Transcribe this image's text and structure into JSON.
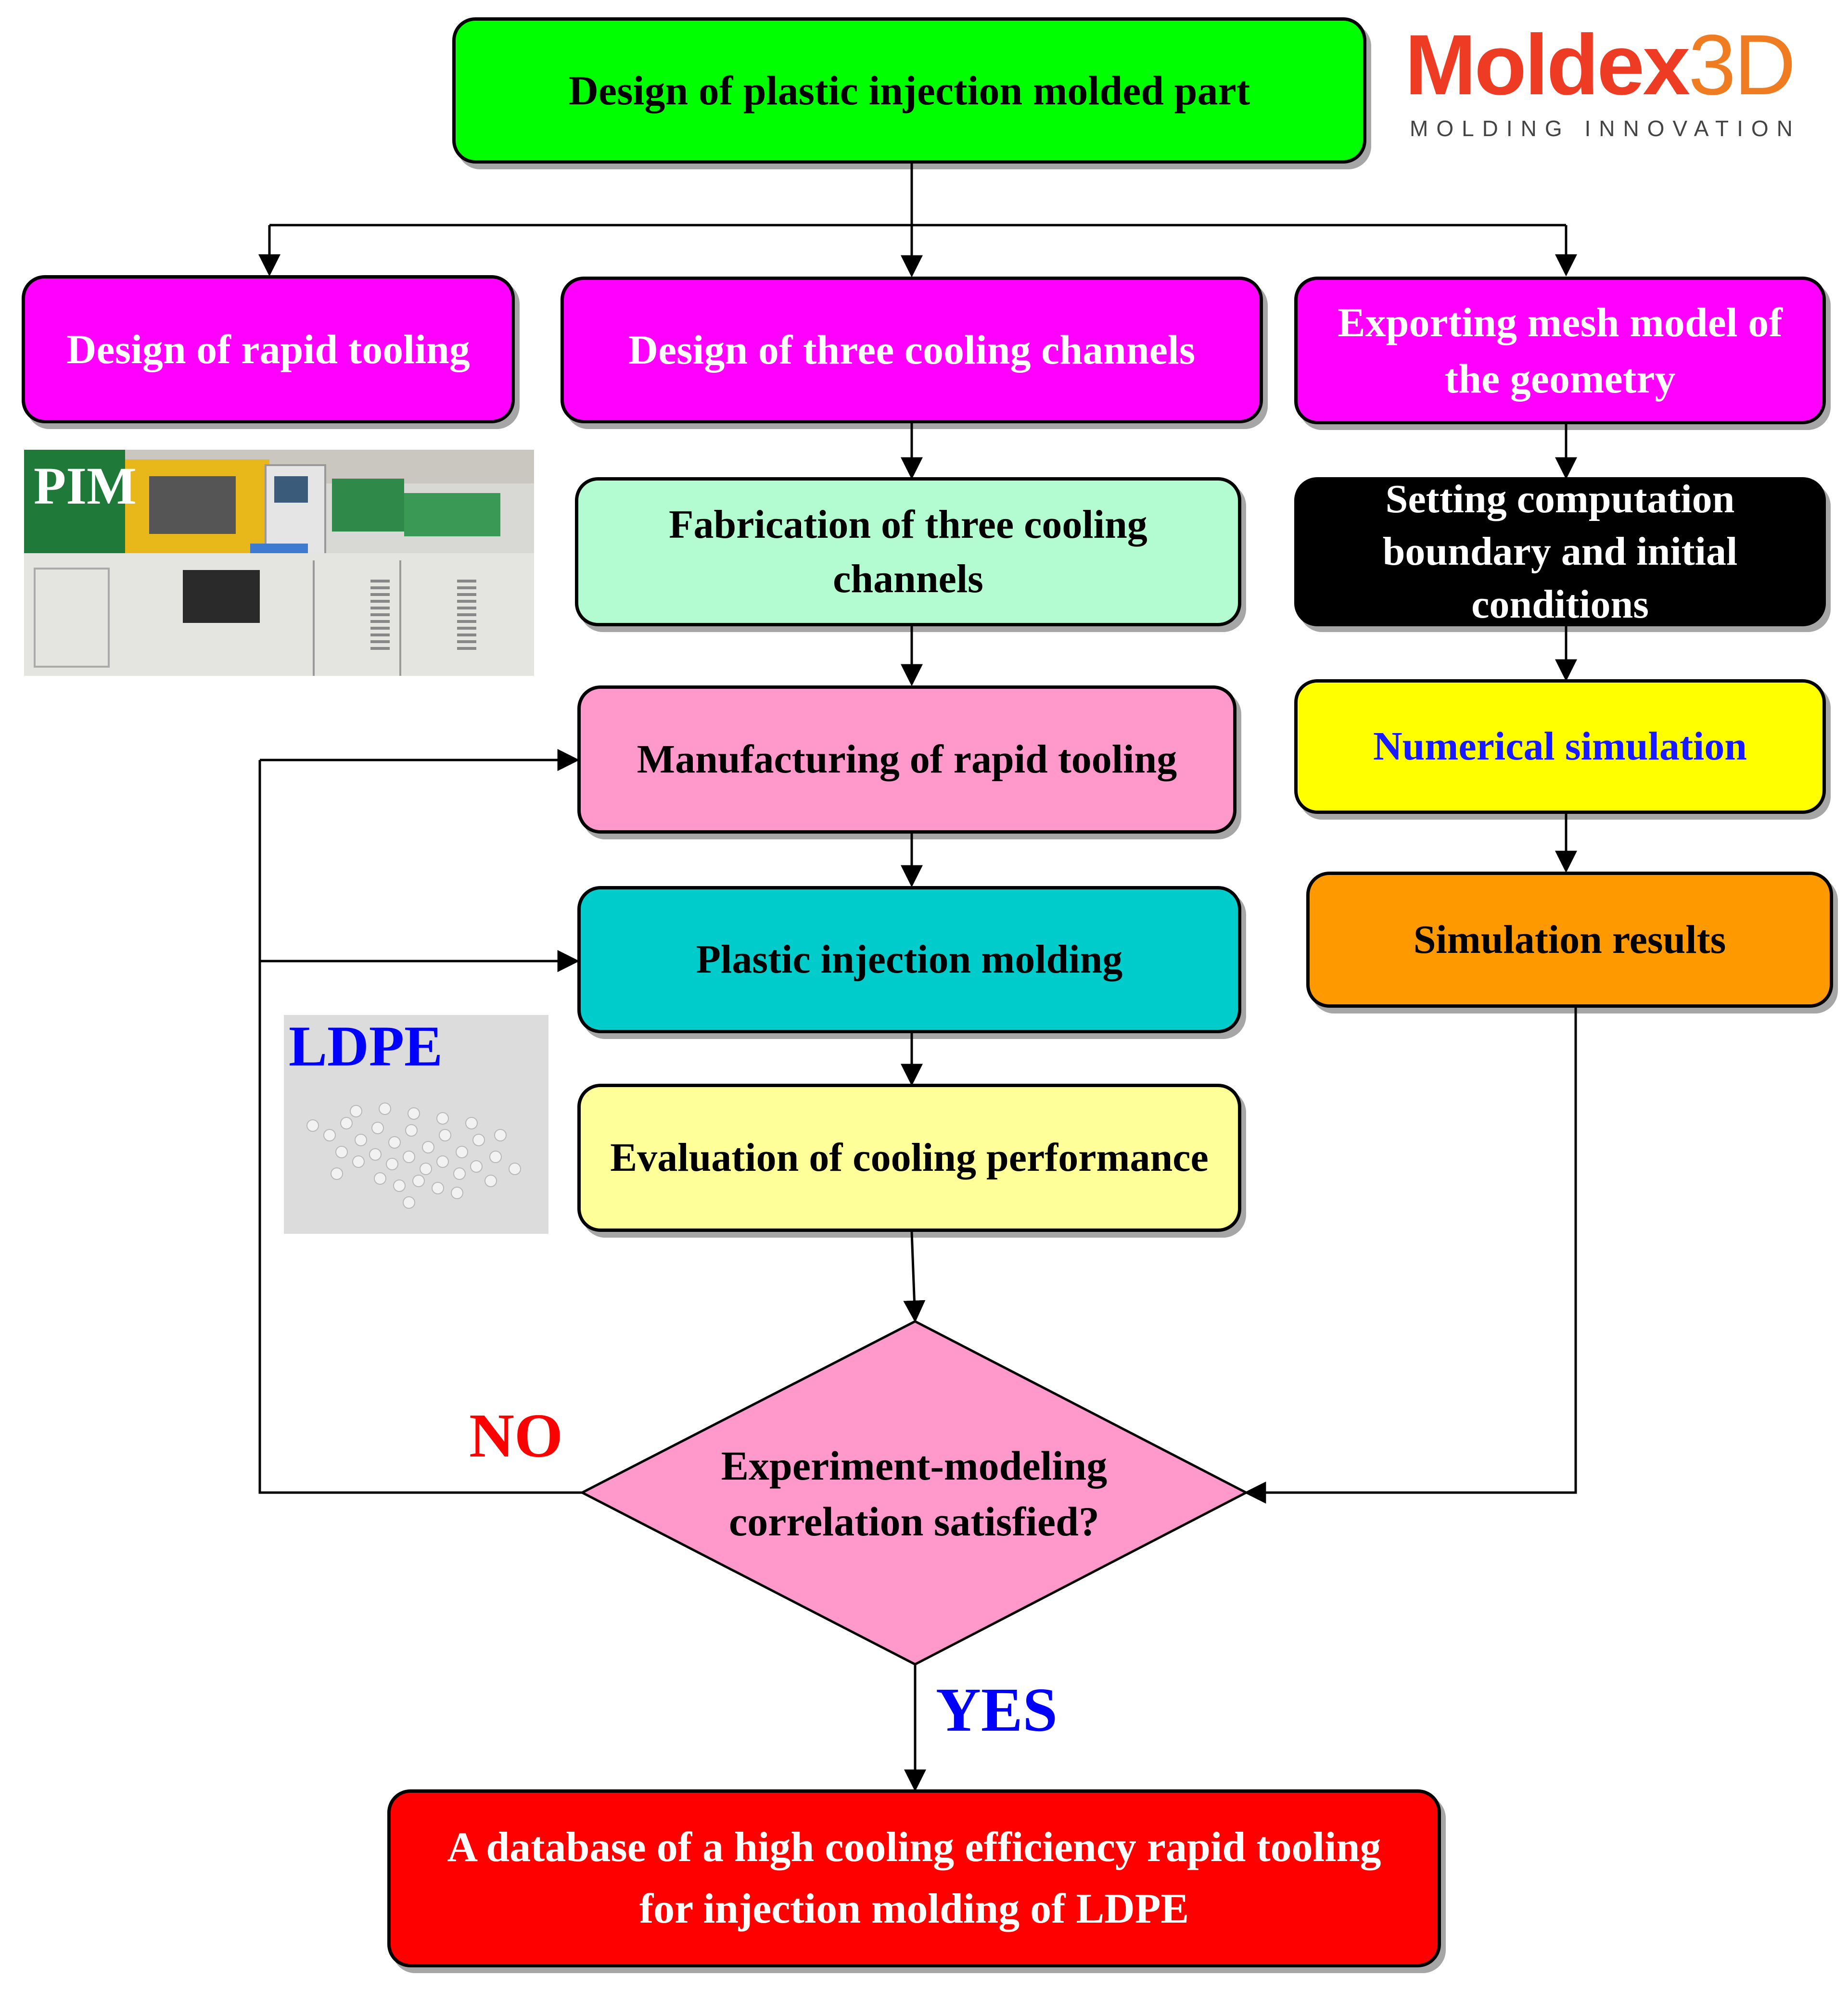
{
  "colors": {
    "top": "#00ff00",
    "magenta": "#ff00ff",
    "mint": "#b3fbd0",
    "black": "#000000",
    "pink": "#ff99cc",
    "yellow": "#ffff00",
    "teal": "#00cccc",
    "orange": "#ff9900",
    "light_yellow": "#ffff99",
    "diamond": "#ff99cc",
    "red": "#ff0000",
    "no_label": "#ff0000",
    "yes_label": "#0000ff",
    "ldpe_label": "#0000ff",
    "logo_orange": "#ee3b24",
    "logo_gray": "#444444"
  },
  "logo": {
    "name_main": "Moldex",
    "name_suffix": "3D",
    "tagline": "MOLDING INNOVATION"
  },
  "nodes": {
    "top": "Design of plastic  injection molded part",
    "rapid_tooling_design": "Design of rapid tooling",
    "three_channels": "Design of three cooling channels",
    "mesh_export": "Exporting  mesh model of the geometry",
    "fabrication": "Fabrication of three cooling channels",
    "boundary": "Setting computation boundary and initial conditions",
    "manufacturing": "Manufacturing of  rapid tooling",
    "numerical": "Numerical simulation",
    "injection": "Plastic injection molding",
    "results": "Simulation results",
    "evaluation": "Evaluation of cooling performance",
    "decision": "Experiment-modeling correlation satisfied?",
    "database": "A database  of a high cooling efficiency rapid tooling for injection molding of LDPE"
  },
  "labels": {
    "no": "NO",
    "yes": "YES",
    "pim": "PIM",
    "ldpe": "LDPE"
  }
}
